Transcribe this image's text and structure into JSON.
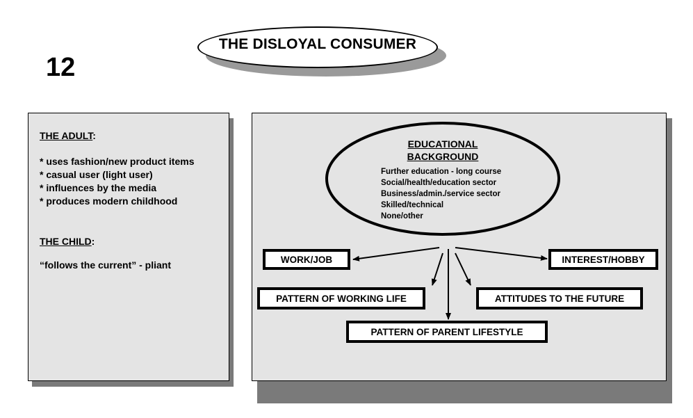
{
  "page_number": "12",
  "title": "THE DISLOYAL CONSUMER",
  "adult": {
    "heading": "THE ADULT",
    "items": [
      "* uses fashion/new product items",
      "* casual user (light user)",
      "* influences by the media",
      "* produces modern childhood"
    ]
  },
  "child": {
    "heading": "THE CHILD",
    "note": "“follows the current” - pliant"
  },
  "education": {
    "title_line1": "EDUCATIONAL",
    "title_line2": "BACKGROUND",
    "items": [
      "Further education - long course",
      "Social/health/education sector",
      "Business/admin./service sector",
      "Skilled/technical",
      "None/other"
    ]
  },
  "nodes": {
    "work": "WORK/JOB",
    "interest": "INTEREST/HOBBY",
    "pattern_working_life": "PATTERN OF WORKING LIFE",
    "attitudes": "ATTITUDES TO THE FUTURE",
    "parent_lifestyle": "PATTERN OF PARENT LIFESTYLE"
  }
}
